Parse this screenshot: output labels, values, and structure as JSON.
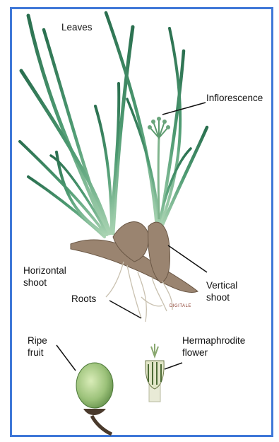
{
  "labels": {
    "leaves": "Leaves",
    "inflorescence": "Inflorescence",
    "horizontal_shoot": "Horizontal\nshoot",
    "vertical_shoot": "Vertical\nshoot",
    "roots": "Roots",
    "ripe_fruit": "Ripe\nfruit",
    "hermaphrodite_flower": "Hermaphrodite\nflower"
  },
  "signature": "DIGITALE",
  "colors": {
    "frame": "#3f78d8",
    "leaf_light": "#8fc3a0",
    "leaf_dark": "#2f7f5a",
    "rhizome": "#9a8470",
    "root": "#c9c1b0",
    "fruit": "#9cc27a"
  }
}
